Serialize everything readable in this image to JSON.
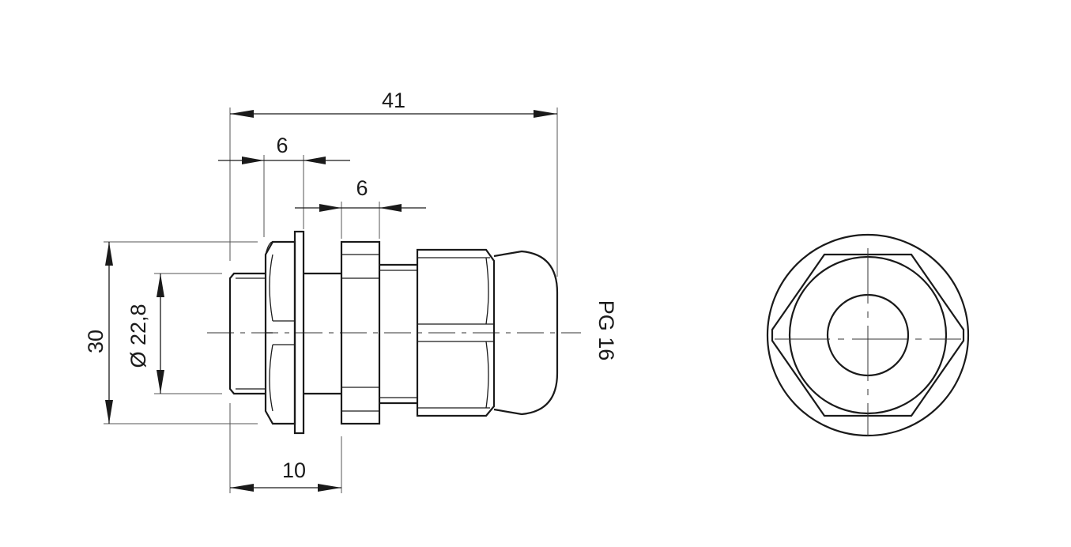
{
  "dimensions": {
    "overall_length": "41",
    "nut_width": "6",
    "washer_gap": "6",
    "thread_length": "10",
    "outer_height": "30",
    "thread_diameter": "Ø 22,8",
    "thread_spec": "PG 16"
  }
}
